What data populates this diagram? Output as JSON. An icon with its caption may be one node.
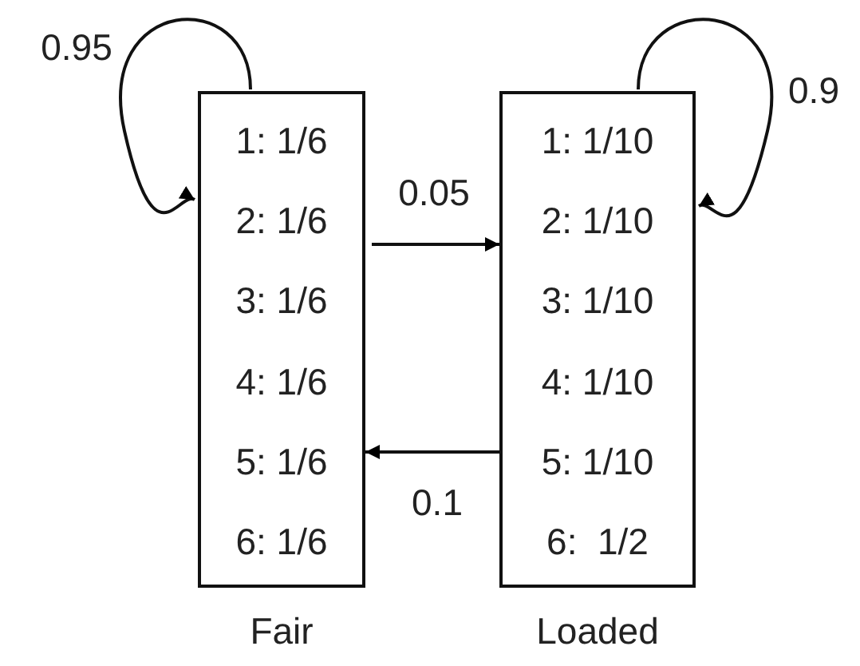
{
  "diagram": {
    "nodes": [
      {
        "text": [
          "1: 1/6",
          "2: 1/6",
          "3: 1/6",
          "4: 1/6",
          "5: 1/6",
          "6: 1/6"
        ],
        "beside": [
          "Fair"
        ]
      },
      {
        "text": [
          "1: 1/10",
          "2: 1/10",
          "3: 1/10",
          "4: 1/10",
          "5: 1/10",
          "6:  1/2"
        ],
        "beside": [
          "Loaded"
        ]
      }
    ],
    "edges": [
      {
        "from": 0,
        "to": 0,
        "arrow": "to",
        "label": "0.95"
      },
      {
        "from": 0,
        "to": 1,
        "arrow": "to",
        "label": "0.05"
      },
      {
        "from": 1,
        "to": 0,
        "arrow": "to",
        "label": "0.1"
      },
      {
        "from": 1,
        "to": 1,
        "arrow": "to",
        "label": "0.9"
      }
    ]
  }
}
